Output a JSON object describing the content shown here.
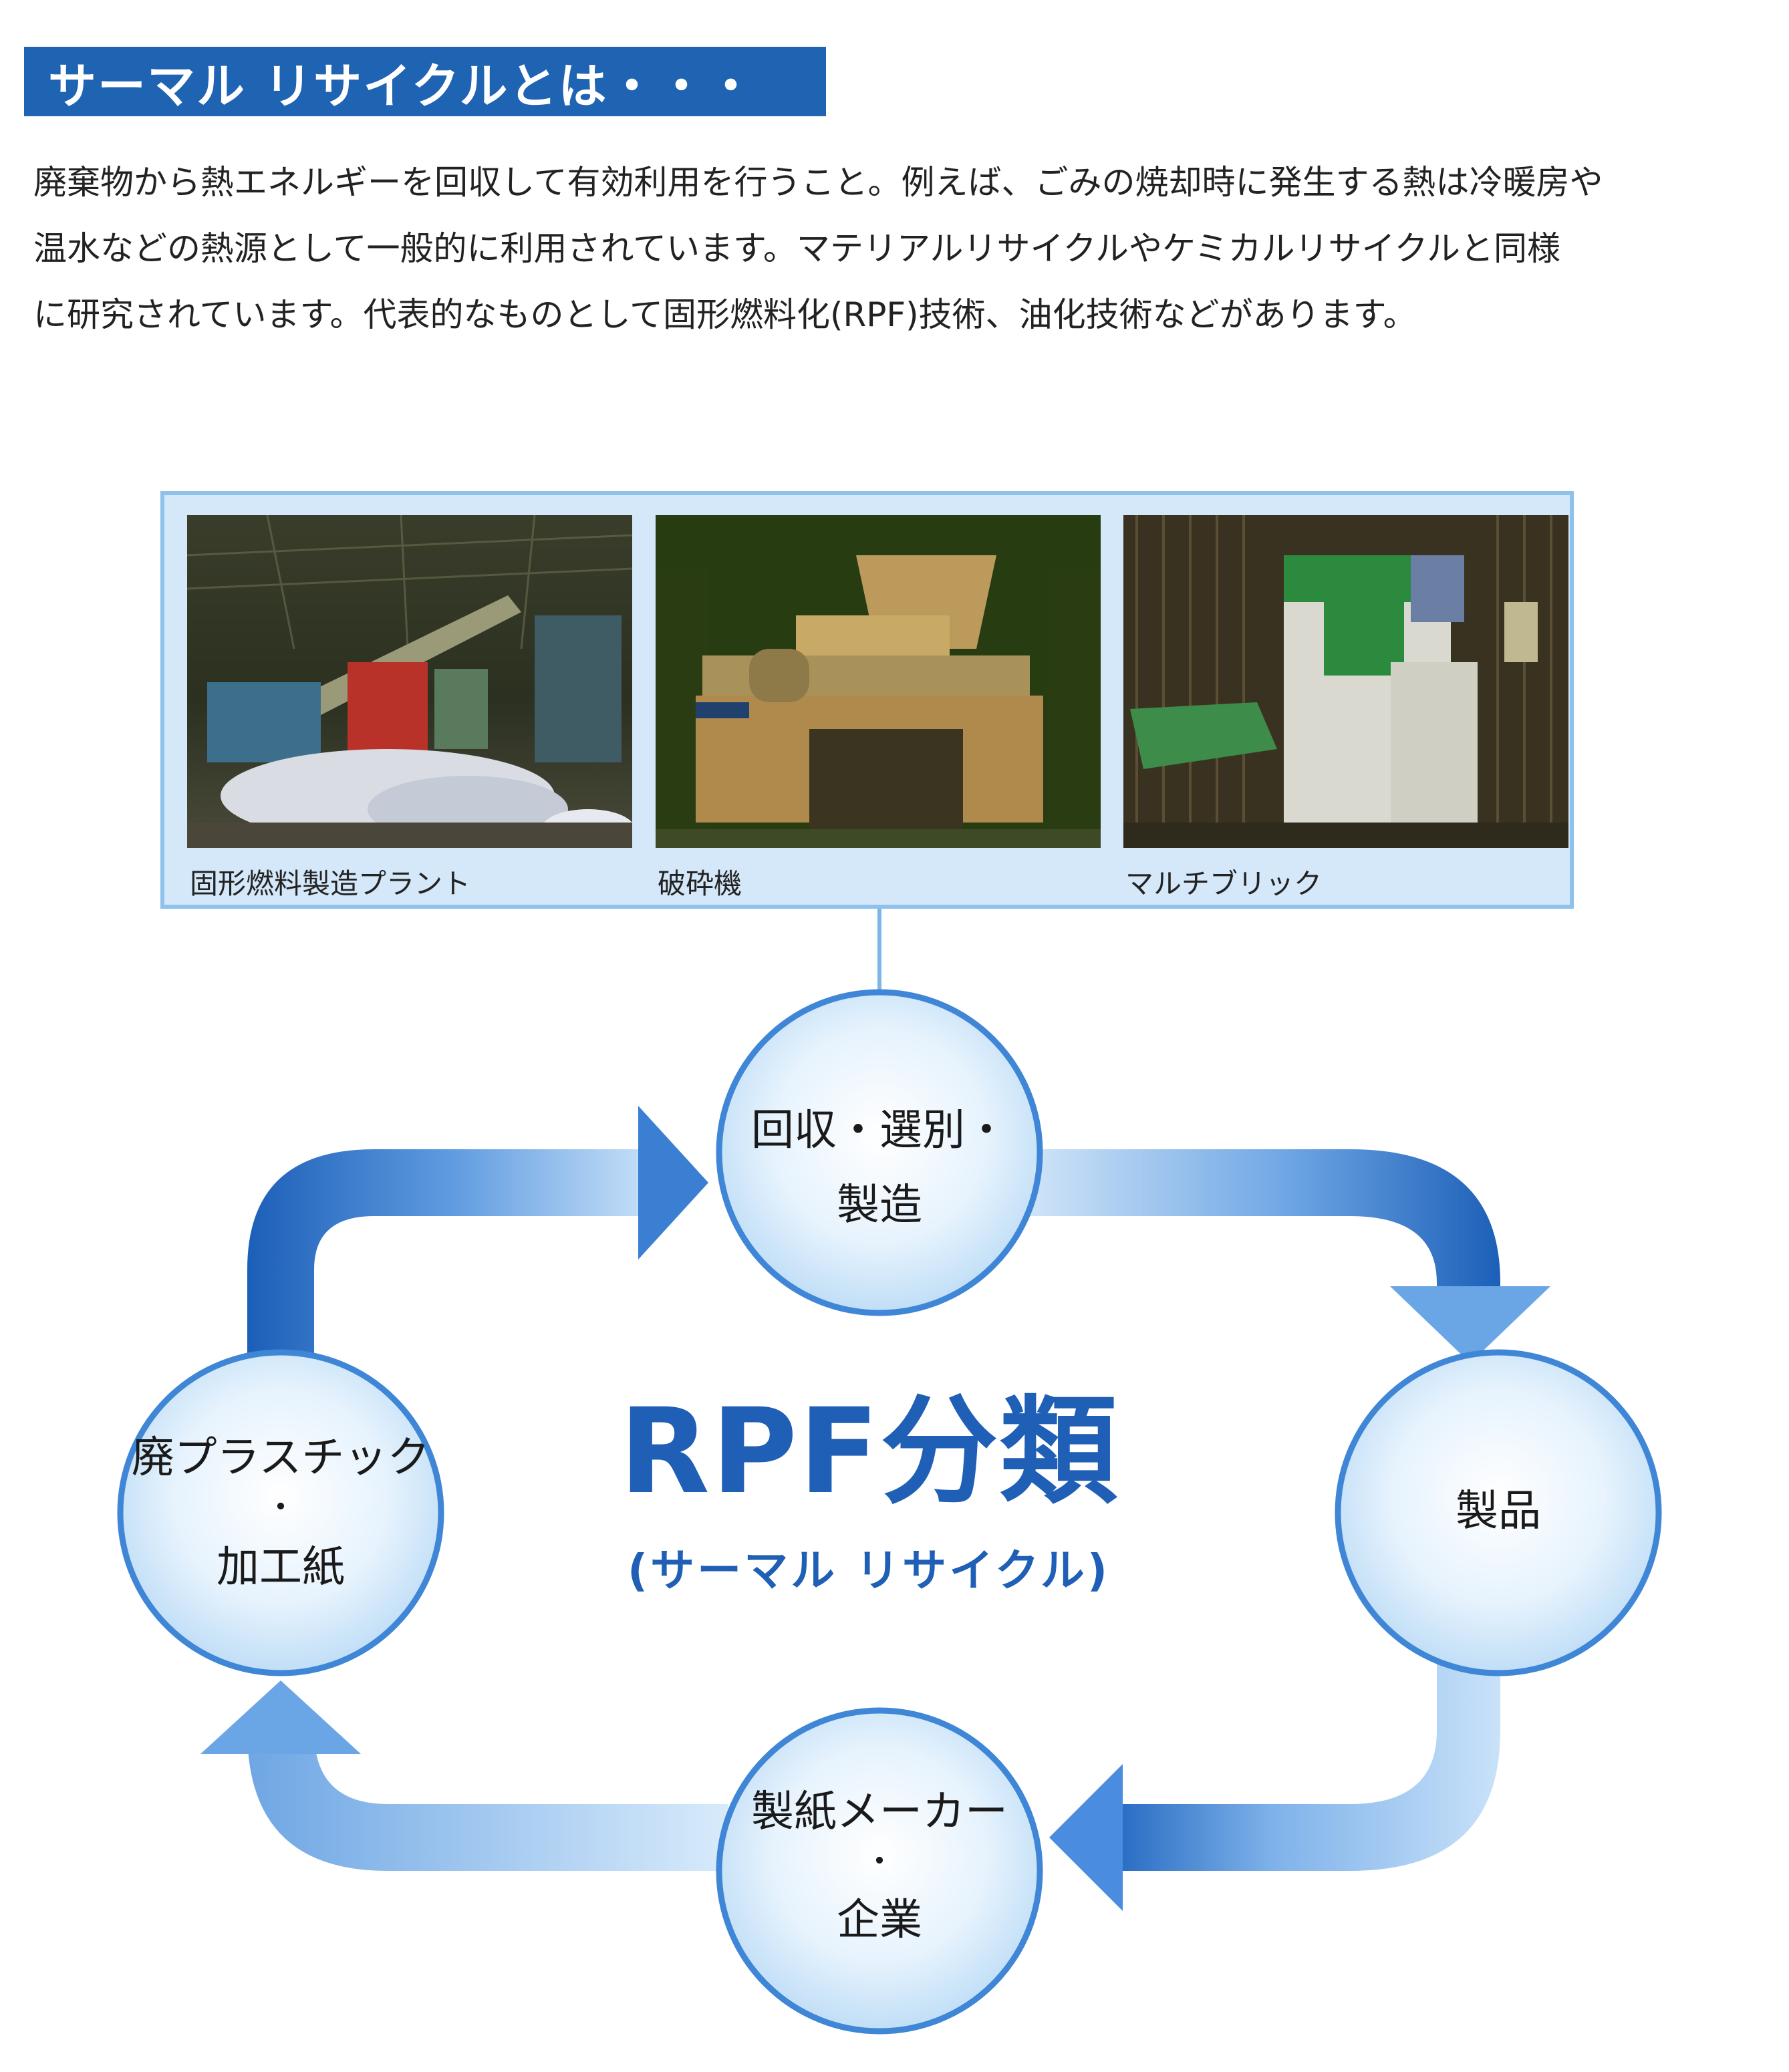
{
  "header": {
    "title": "サーマル リサイクルとは・・・"
  },
  "intro": {
    "lines": [
      "廃棄物から熱エネルギーを回収して有効利用を行うこと。例えば、ごみの焼却時に発生する熱は冷暖房や",
      "温水などの熱源として一般的に利用されています。マテリアルリサイクルやケミカルリサイクルと同様",
      "に研究されています。代表的なものとして固形燃料化(RPF)技術、油化技術などがあります。"
    ]
  },
  "photos": [
    {
      "caption": "固形燃料製造プラント"
    },
    {
      "caption": "破砕機"
    },
    {
      "caption": "マルチブリック"
    }
  ],
  "cycle": {
    "center_title": "RPF分類",
    "center_subtitle": "(サーマル リサイクル)",
    "nodes": {
      "top": {
        "line1": "回収・選別・",
        "line2": "製造"
      },
      "right": {
        "line1": "製品"
      },
      "bottom": {
        "line1": "製紙メーカー",
        "dot": "・",
        "line2": "企業"
      },
      "left": {
        "line1": "廃プラスチック",
        "dot": "・",
        "line2": "加工紙"
      }
    }
  },
  "colors": {
    "banner": "#1f63b3",
    "accent": "#1f5fb5",
    "panel": "#d4e8fa",
    "panel_border": "#8ec1ec"
  }
}
